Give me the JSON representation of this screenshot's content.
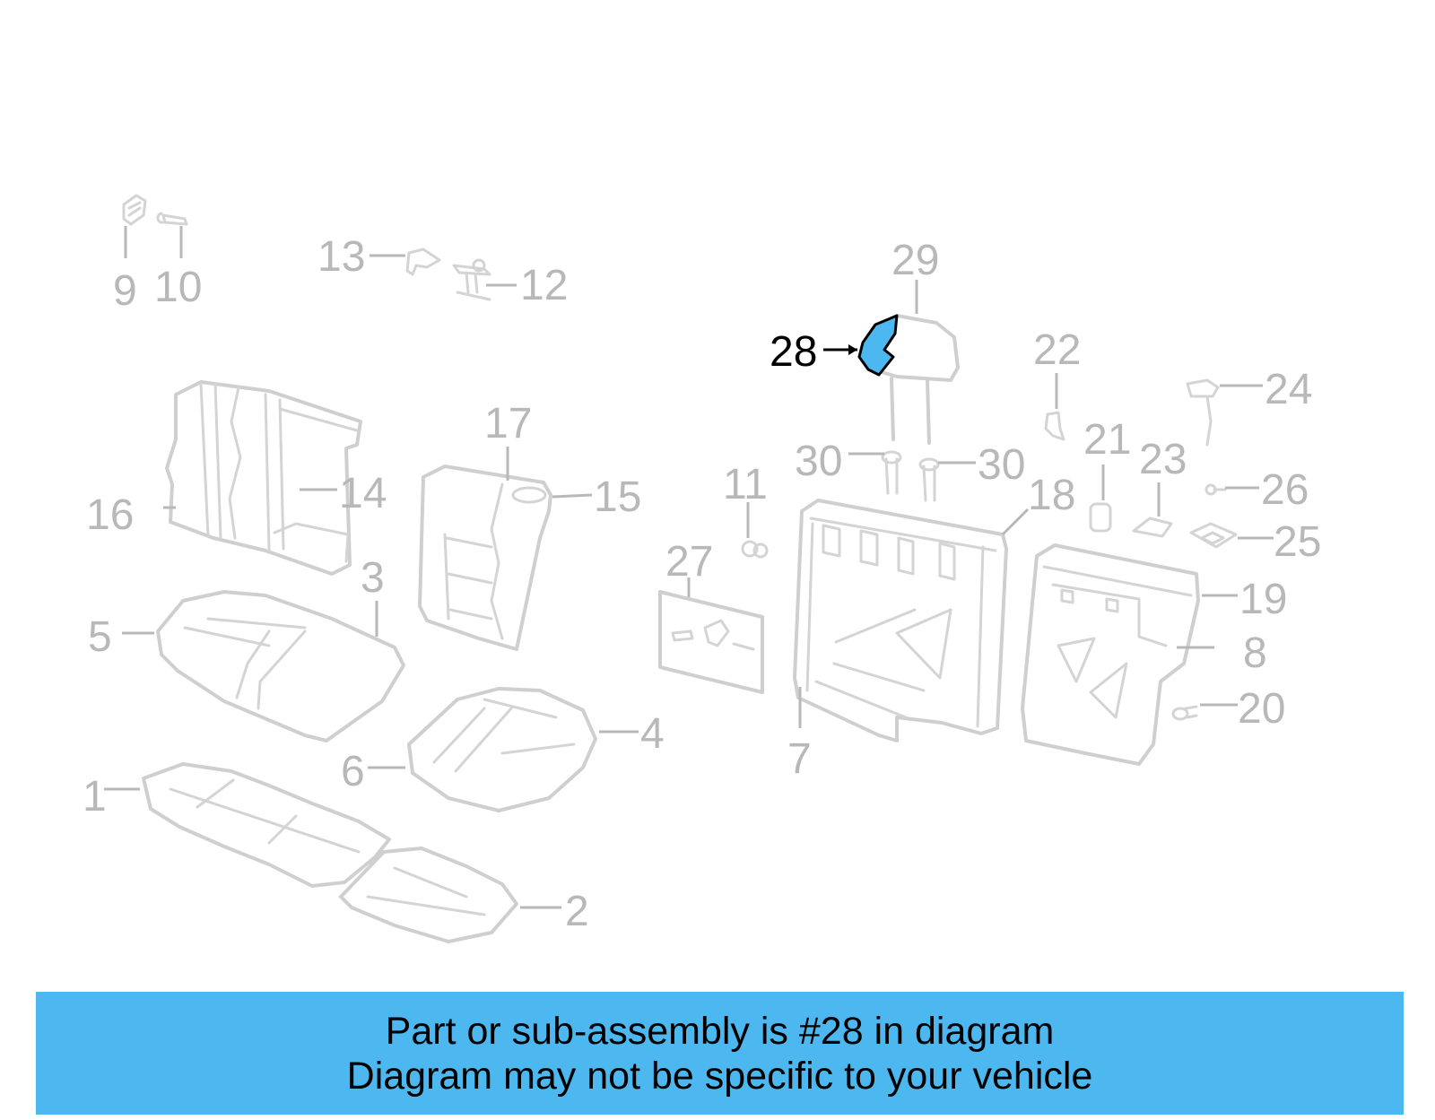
{
  "diagram": {
    "highlighted_part": "28",
    "highlight_color": "#4db8f0",
    "callouts": [
      "1",
      "2",
      "3",
      "4",
      "5",
      "6",
      "7",
      "8",
      "9",
      "10",
      "11",
      "12",
      "13",
      "14",
      "15",
      "16",
      "17",
      "18",
      "19",
      "20",
      "21",
      "22",
      "23",
      "24",
      "25",
      "26",
      "27",
      "28",
      "29",
      "30",
      "30"
    ]
  },
  "banner": {
    "line1": "Part or sub-assembly is #28 in diagram",
    "line2": "Diagram may not be specific to your vehicle",
    "background": "#4db8f0"
  }
}
